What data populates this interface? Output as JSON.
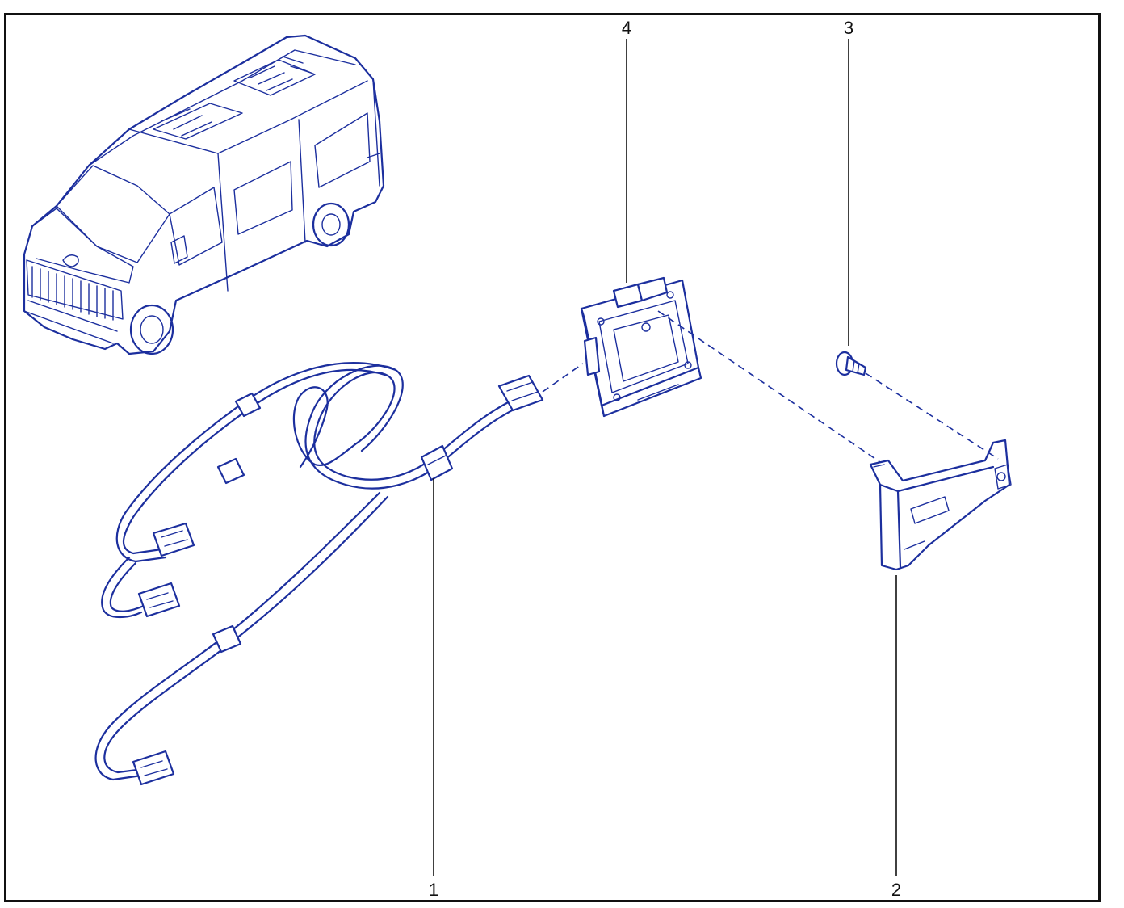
{
  "diagram": {
    "callouts": [
      {
        "id": "1",
        "label": "1"
      },
      {
        "id": "2",
        "label": "2"
      },
      {
        "id": "3",
        "label": "3"
      },
      {
        "id": "4",
        "label": "4"
      }
    ],
    "line_color": "#1c2f9e",
    "leader_color": "#111111",
    "frame_color": "#111111"
  }
}
